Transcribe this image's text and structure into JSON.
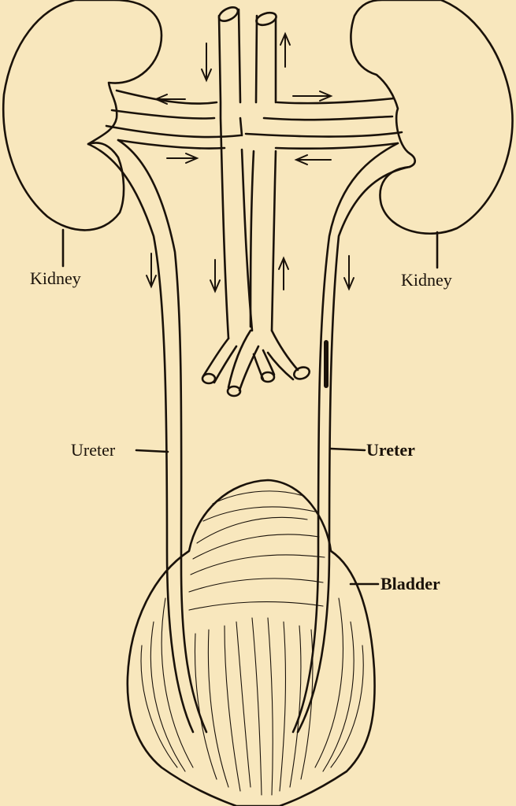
{
  "palette": {
    "paper": "#f8e7bd",
    "ink": "#1a120a"
  },
  "labels": {
    "kidney_left": "Kidney",
    "kidney_right": "Kidney",
    "ureter_left": "Ureter",
    "ureter_right": "Ureter",
    "bladder": "Bladder"
  }
}
